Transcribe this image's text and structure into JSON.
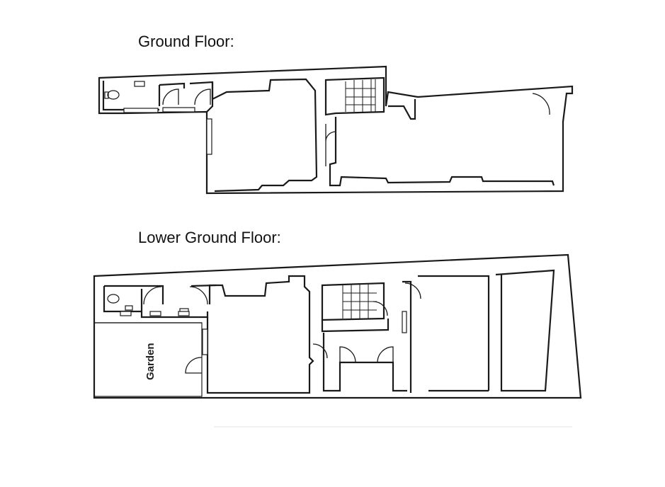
{
  "floors": {
    "ground": {
      "title": "Ground Floor:"
    },
    "lower_ground": {
      "title": "Lower Ground Floor:"
    }
  },
  "labels": {
    "garden": "Garden"
  }
}
